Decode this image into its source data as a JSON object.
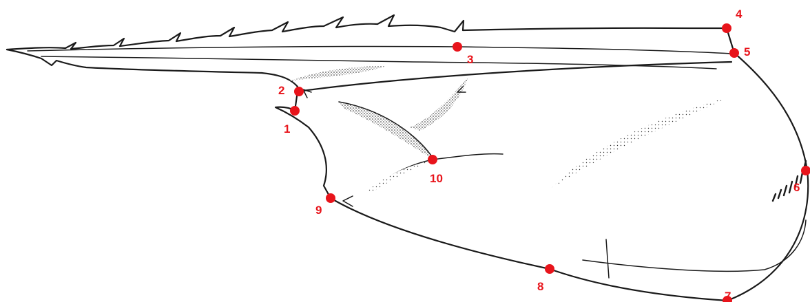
{
  "figure": {
    "subject": "carapace outline with numbered landmarks",
    "landmark_color": "#e8141b",
    "line_color": "#1a1a1a",
    "landmarks": [
      {
        "id": "1",
        "label": "1"
      },
      {
        "id": "2",
        "label": "2"
      },
      {
        "id": "3",
        "label": "3"
      },
      {
        "id": "4",
        "label": "4"
      },
      {
        "id": "5",
        "label": "5"
      },
      {
        "id": "6",
        "label": "6"
      },
      {
        "id": "7",
        "label": "7"
      },
      {
        "id": "8",
        "label": "8"
      },
      {
        "id": "9",
        "label": "9"
      },
      {
        "id": "10",
        "label": "10"
      }
    ]
  }
}
